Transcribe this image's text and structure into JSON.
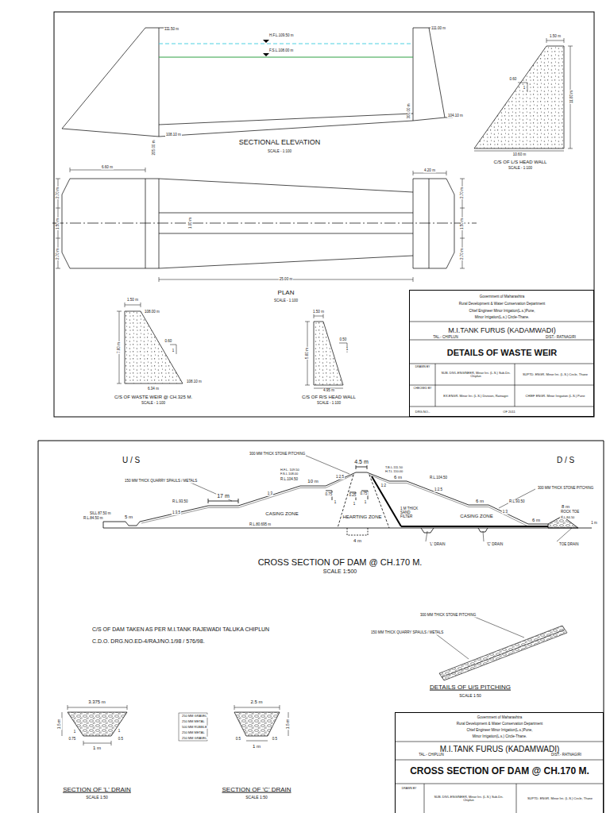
{
  "diagram": {
    "nodes": [
      {
        "text": [
          "Government of Maharashtra",
          "Rural Development & Water Conservation Department",
          "Chief Engineer Minor Irrigation(L.s.)Pune,",
          "Minor Irrigation(L.s.) Circle-Thane.",
          "M.I.TANK FURUS (KADAMWADI)",
          "TAL.- CHIPLUN",
          "DIST.- RATNAGIRI",
          "DETAILS OF WASTE WEIR",
          "DRAWN BY",
          "SUB. DIVL.ENGINEER, Minor Irri. (L.S.) Sub-Dn. Chiplun",
          "SUPTD. ENGR. Minor Irri. (L.S.) Circle, Thane",
          "CHECKED BY",
          "EX.ENGR. Minor Irri. (L.S.) Division, Ratnagiri",
          "CHIEF ENGR. Minor Irrigation (L.S.) Pune",
          "DRG.NO.-",
          "OF 2011"
        ]
      },
      {
        "text": [
          "Government of Maharashtra",
          "Rural Development & Water Conservation Department",
          "Chief Engineer Minor Irrigation(L.s.)Pune,",
          "Minor Irrigation(L.s.) Circle-Thane.",
          "M.I.TANK FURUS (KADAMWADI)",
          "TAL.- CHIPLUN",
          "DIST.- RATNAGIRI",
          "CROSS SECTION OF DAM @ CH.170 M.",
          "DRAWN BY",
          "SUB. DIVL.ENGINEER, Minor Irri. (L.S.) Sub-Dn. Chiplun",
          "SUPTD. ENGR. Minor Irri. (L.S.) Circle, Thane"
        ]
      }
    ],
    "labels": [
      "111.50 m",
      "H.F.L.109.50 m",
      "F.S.L.108.00 m",
      "111.00 m",
      "104.10 m",
      "108.10 m",
      "205.00 m",
      "300.00 m",
      "SECTIONAL ELEVATION",
      "SCALE - 1:100",
      "1.50 m",
      "0.60",
      "1",
      "11.60 m",
      "10.60 m",
      "C/S OF L/S HEAD WALL",
      "SCALE - 1:100",
      "6.60 m",
      "4.20 m",
      "2.70 m",
      "1.50 m",
      "2.70 m",
      "1.00 m",
      "2.70 m",
      "1.50 m",
      "2.70 m",
      "25.00 m",
      "PLAN",
      "SCALE - 1:100",
      "1.50 m",
      "108.00 m",
      "7.60 m",
      "0.60",
      "1",
      "108.10 m",
      "6.34 m",
      "C/S OF WASTE WEIR @ CH.325 M.",
      "SCALE - 1:100",
      "1.50 m",
      "0.50",
      "1",
      "5.60 m",
      "4.95 m",
      "C/S OF R/S HEAD WALL",
      "SCALE - 1:100",
      "U / S",
      "D / S",
      "300 MM THICK STONE PITCHING",
      "150 MM THICK QUARRY SPAULS / METALS",
      "H.F.L. 109.50",
      "F.S.L 108.00",
      "R.L.104.50",
      "10 m",
      "4.5 m",
      "T.B.L.111.50",
      "H.T.L 110.00",
      "6 m",
      "R.L.104.50",
      "300 MM THICK STONE PITCHING",
      "R.L.93.50",
      "17 m",
      "SILL 87.50 m",
      "R.L.84.50 m",
      "5 m",
      "1:3.5",
      "1:3",
      "1:2.5",
      "1:2",
      "1:2.5",
      "1:3",
      "CASING ZONE",
      "HEARTING ZONE",
      "0.75",
      "1",
      "0.25",
      "1",
      "0.75",
      "1",
      "1 M THICK SAND FILTER",
      "CASING ZONE",
      "6 m",
      "R.L.93.50",
      "6 m",
      "8 m",
      "ROCK TOE",
      "R.L.84.50",
      "1 m",
      "R.L.80.695 m",
      "4 m",
      "'L' DRAIN",
      "'C' DRAIN",
      "TOE DRAIN",
      "CROSS SECTION OF DAM @ CH.170 M.",
      "SCALE 1:500",
      "C/S OF DAM TAKEN AS PER M.I.TANK RAJEWADI TALUKA CHIPLUN",
      "C.D.O. DRG.NO.ED-4/RAJ/NO.1/98 / 576/98.",
      "300 MM THICK STONE PITCHING",
      "150 MM THICK QUARRY SPAULS / METALS",
      "DETAILS OF U/S PITCHING",
      "SCALE 1:50",
      "3.375 m",
      "1.5 m",
      "0.75",
      "1",
      "1 m",
      "0.5",
      "1",
      "250 MM GRAVEL",
      "250 MM METAL",
      "500 MM RUBBLE",
      "250 MM METAL",
      "250 MM GRAVEL",
      "SECTION OF 'L' DRAIN",
      "SCALE 1:50",
      "2.5 m",
      "1.5 m",
      "0.5",
      "1 m",
      "0.5",
      "SECTION OF 'C' DRAIN",
      "SCALE 1:50"
    ]
  }
}
